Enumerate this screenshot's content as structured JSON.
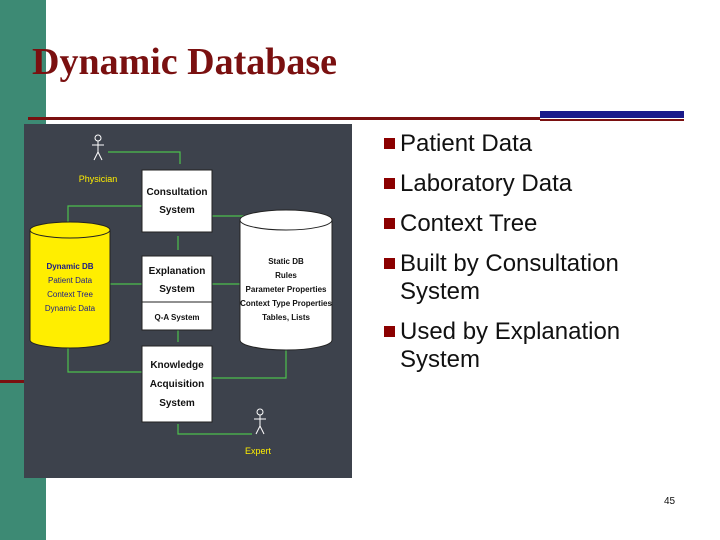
{
  "title": "Dynamic Database",
  "bullets": [
    "Patient Data",
    "Laboratory Data",
    "Context Tree",
    "Built by Consultation System",
    "Used by Explanation System"
  ],
  "diagram": {
    "physician_label": "Physician",
    "expert_label": "Expert",
    "consultation_lines": [
      "Consultation",
      "System"
    ],
    "explanation_lines": [
      "Explanation",
      "System"
    ],
    "qa_label": "Q-A System",
    "knowledge_lines": [
      "Knowledge",
      "Acquisition",
      "System"
    ],
    "dynamic_db_lines": [
      "Dynamic DB",
      "Patient Data",
      "Context Tree",
      "Dynamic Data"
    ],
    "static_db_lines": [
      "Static DB",
      "Rules",
      "Parameter Properties",
      "Context Type Properties",
      "Tables, Lists"
    ]
  },
  "page_number": "45",
  "colors": {
    "title": "#7a1010",
    "side_bar": "#3d8a74",
    "diagram_bg": "#3d424c",
    "arrow": "#4cc04c",
    "dynamic_db": "#ffee00",
    "bullet": "#8b0000"
  }
}
